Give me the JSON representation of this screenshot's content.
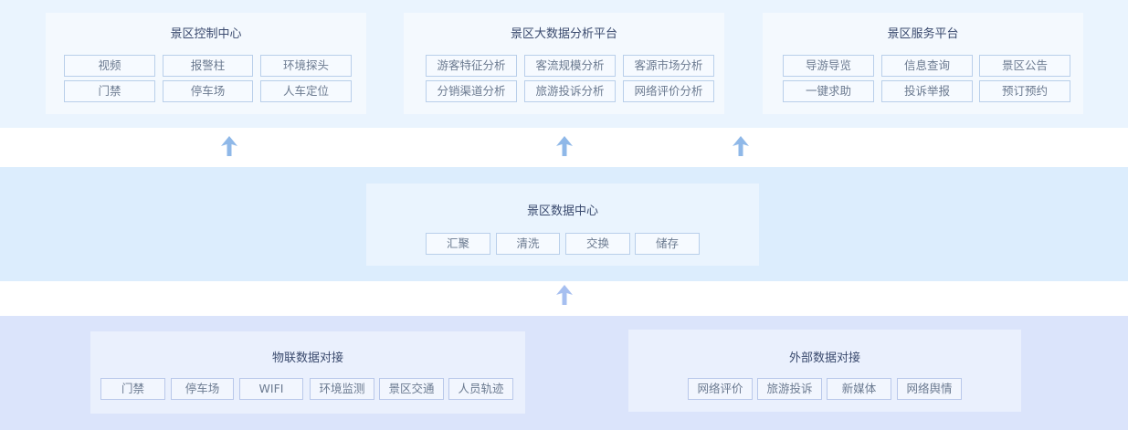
{
  "top": {
    "control_center": {
      "title": "景区控制中心",
      "items": [
        "视频",
        "报警柱",
        "环境探头",
        "门禁",
        "停车场",
        "人车定位"
      ]
    },
    "big_data": {
      "title": "景区大数据分析平台",
      "items": [
        "游客特征分析",
        "客流规模分析",
        "客源市场分析",
        "分销渠道分析",
        "旅游投诉分析",
        "网络评价分析"
      ]
    },
    "service": {
      "title": "景区服务平台",
      "items": [
        "导游导览",
        "信息查询",
        "景区公告",
        "一键求助",
        "投诉举报",
        "预订预约"
      ]
    }
  },
  "middle": {
    "data_center": {
      "title": "景区数据中心",
      "items": [
        "汇聚",
        "清洗",
        "交换",
        "储存"
      ]
    }
  },
  "bottom": {
    "iot": {
      "title": "物联数据对接",
      "items": [
        "门禁",
        "停车场",
        "WIFI",
        "环境监测",
        "景区交通",
        "人员轨迹"
      ]
    },
    "external": {
      "title": "外部数据对接",
      "items": [
        "网络评价",
        "旅游投诉",
        "新媒体",
        "网络舆情"
      ]
    }
  },
  "colors": {
    "arrow": "#8fb8e8",
    "arrow_bottom": "#a6bff0"
  }
}
